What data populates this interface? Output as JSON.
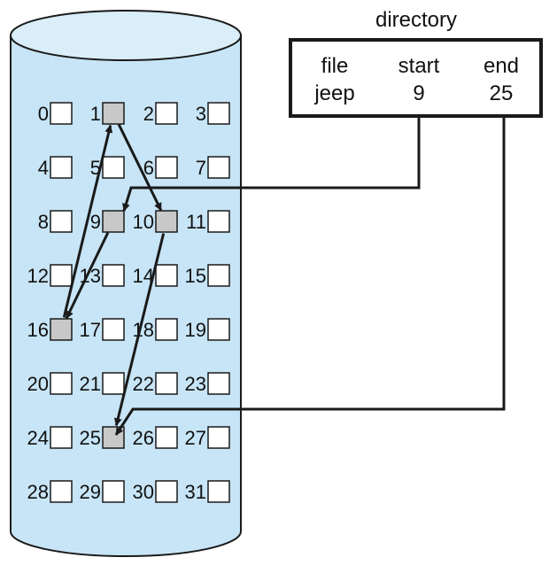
{
  "directory": {
    "title": "directory",
    "headers": [
      "file",
      "start",
      "end"
    ],
    "row": [
      "jeep",
      "9",
      "25"
    ]
  },
  "disk": {
    "blocks": [
      "0",
      "1",
      "2",
      "3",
      "4",
      "5",
      "6",
      "7",
      "8",
      "9",
      "10",
      "11",
      "12",
      "13",
      "14",
      "15",
      "16",
      "17",
      "18",
      "19",
      "20",
      "21",
      "22",
      "23",
      "24",
      "25",
      "26",
      "27",
      "28",
      "29",
      "30",
      "31"
    ],
    "used_blocks": [
      9,
      16,
      1,
      10,
      25
    ],
    "chain": [
      9,
      16,
      1,
      10,
      25
    ]
  },
  "colors": {
    "cylinder_fill": "#c7e5f6",
    "cylinder_top": "#d9eef9",
    "used_block": "#c8c8c8",
    "free_block": "#ffffff",
    "stroke": "#1a1a1a"
  }
}
